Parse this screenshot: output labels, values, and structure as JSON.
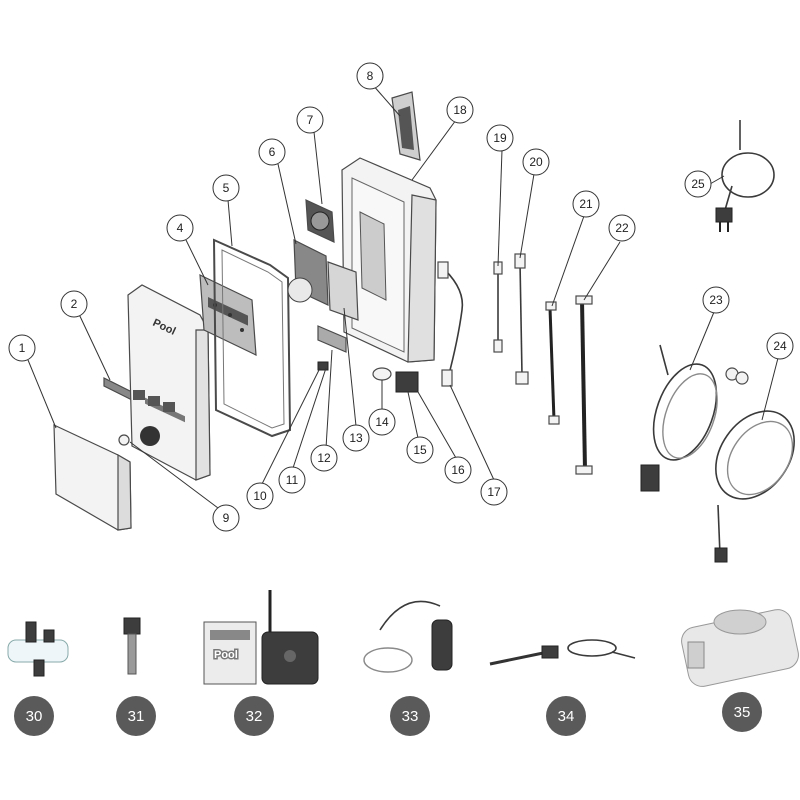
{
  "callouts": [
    "1",
    "2",
    "4",
    "5",
    "6",
    "7",
    "8",
    "9",
    "10",
    "11",
    "12",
    "13",
    "14",
    "15",
    "16",
    "17",
    "18",
    "19",
    "20",
    "21",
    "22",
    "23",
    "24",
    "25"
  ],
  "accessory_badges": [
    "30",
    "31",
    "32",
    "33",
    "34",
    "35"
  ],
  "logos": {
    "front_panel_logo": "Pool",
    "module_logo": "Pool"
  },
  "colors": {
    "badge_fill": "#5a5a5a",
    "line": "#333333",
    "part_fill": "#f3f3f3",
    "dark_part": "#3d3d3d"
  }
}
